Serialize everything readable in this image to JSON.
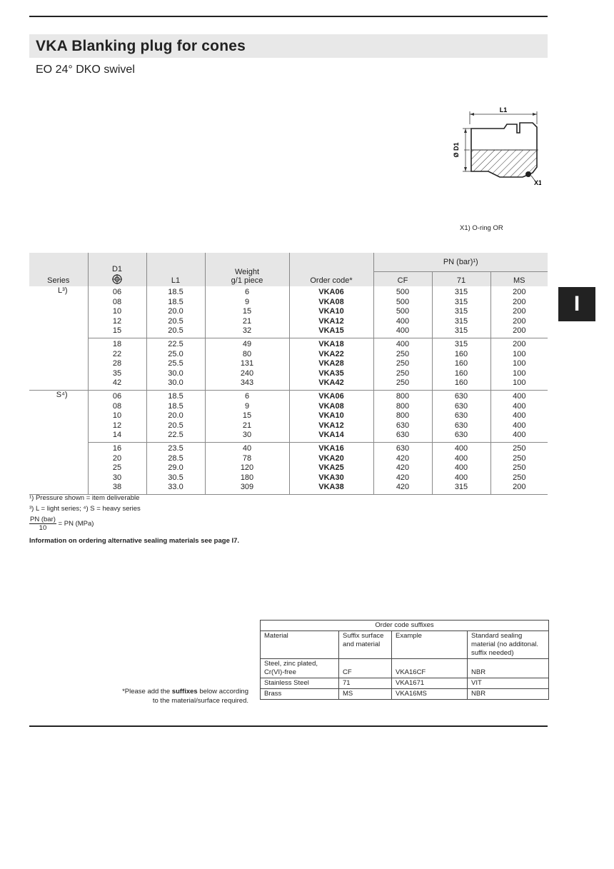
{
  "page": {
    "title": "VKA  Blanking plug for cones",
    "subtitle": "EO 24° DKO swivel"
  },
  "drawing": {
    "label_l1": "L1",
    "label_d1": "Ø D1",
    "label_x1": "X1)",
    "note": "X1) O-ring OR"
  },
  "side_tab": "I",
  "table": {
    "headers": {
      "series": "Series",
      "d1": "D1",
      "l1": "L1",
      "weight": "Weight",
      "weight_unit": "g/1 piece",
      "order_code": "Order code*",
      "pn": "PN (bar)¹)",
      "cf": "CF",
      "m71": "71",
      "ms": "MS"
    },
    "series_l": "L³)",
    "series_s": "S⁴)",
    "groups": [
      [
        [
          "06",
          "18.5",
          "6",
          "VKA06",
          "500",
          "315",
          "200"
        ],
        [
          "08",
          "18.5",
          "9",
          "VKA08",
          "500",
          "315",
          "200"
        ],
        [
          "10",
          "20.0",
          "15",
          "VKA10",
          "500",
          "315",
          "200"
        ],
        [
          "12",
          "20.5",
          "21",
          "VKA12",
          "400",
          "315",
          "200"
        ],
        [
          "15",
          "20.5",
          "32",
          "VKA15",
          "400",
          "315",
          "200"
        ]
      ],
      [
        [
          "18",
          "22.5",
          "49",
          "VKA18",
          "400",
          "315",
          "200"
        ],
        [
          "22",
          "25.0",
          "80",
          "VKA22",
          "250",
          "160",
          "100"
        ],
        [
          "28",
          "25.5",
          "131",
          "VKA28",
          "250",
          "160",
          "100"
        ],
        [
          "35",
          "30.0",
          "240",
          "VKA35",
          "250",
          "160",
          "100"
        ],
        [
          "42",
          "30.0",
          "343",
          "VKA42",
          "250",
          "160",
          "100"
        ]
      ],
      [
        [
          "06",
          "18.5",
          "6",
          "VKA06",
          "800",
          "630",
          "400"
        ],
        [
          "08",
          "18.5",
          "9",
          "VKA08",
          "800",
          "630",
          "400"
        ],
        [
          "10",
          "20.0",
          "15",
          "VKA10",
          "800",
          "630",
          "400"
        ],
        [
          "12",
          "20.5",
          "21",
          "VKA12",
          "630",
          "630",
          "400"
        ],
        [
          "14",
          "22.5",
          "30",
          "VKA14",
          "630",
          "630",
          "400"
        ]
      ],
      [
        [
          "16",
          "23.5",
          "40",
          "VKA16",
          "630",
          "400",
          "250"
        ],
        [
          "20",
          "28.5",
          "78",
          "VKA20",
          "420",
          "400",
          "250"
        ],
        [
          "25",
          "29.0",
          "120",
          "VKA25",
          "420",
          "400",
          "250"
        ],
        [
          "30",
          "30.5",
          "180",
          "VKA30",
          "420",
          "400",
          "250"
        ],
        [
          "38",
          "33.0",
          "309",
          "VKA38",
          "420",
          "315",
          "200"
        ]
      ]
    ]
  },
  "notes": {
    "n1": "¹) Pressure shown = item deliverable",
    "n2": "³) L = light series; ⁴) S = heavy series",
    "frac_num": "PN (bar)",
    "frac_den": "10",
    "frac_rhs": "= PN (MPa)",
    "info": "Information on ordering alternative sealing materials see page I7."
  },
  "suffix_note": {
    "pre": "*Please add the ",
    "bold": "suffixes",
    "post": " below according",
    "line2": "to the material/surface required."
  },
  "suffix_table": {
    "caption": "Order code suffixes",
    "headers": [
      "Material",
      "Suffix surface and material",
      "Example",
      "Standard sealing material (no additonal. suffix needed)"
    ],
    "rows": [
      [
        "Steel, zinc plated, Cr(VI)-free",
        "CF",
        "VKA16CF",
        "NBR"
      ],
      [
        "Stainless Steel",
        "71",
        "VKA1671",
        "VIT"
      ],
      [
        "Brass",
        "MS",
        "VKA16MS",
        "NBR"
      ]
    ]
  }
}
